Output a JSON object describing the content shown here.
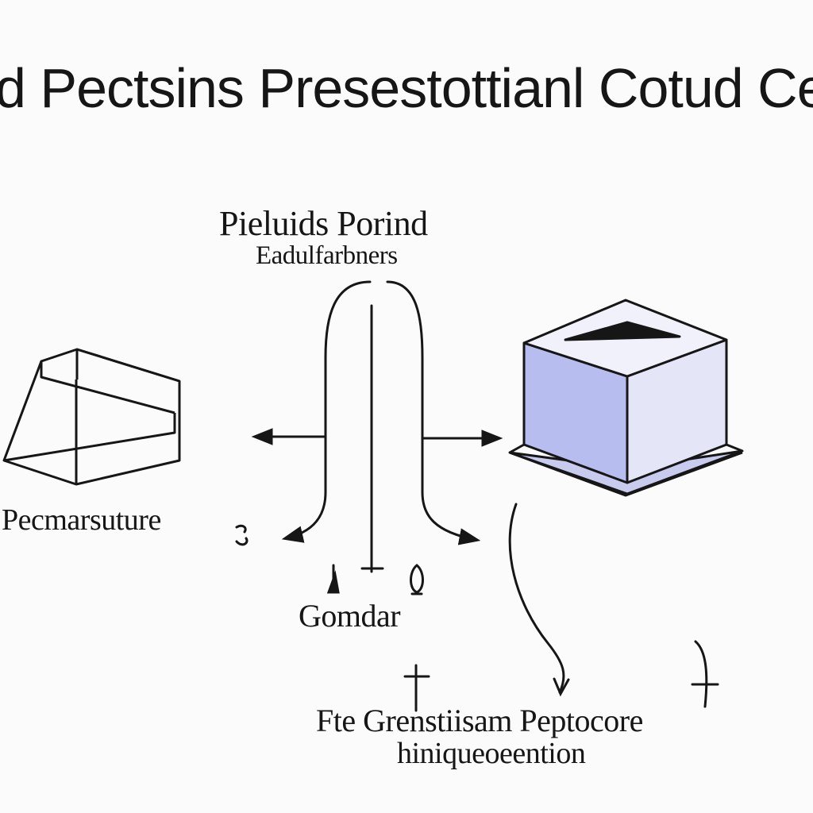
{
  "title": "d Pectsins Presestottianl Cotud Ce",
  "labels": {
    "top_line_1": "Pieluids Porind",
    "top_line_2": "Eadulfarbners",
    "left": "Pecmarsuture",
    "center": "Gomdar",
    "bottom_line_1": "Fte Grenstiisam Peptocore",
    "bottom_line_2": "hiniqueoeention"
  },
  "colors": {
    "ink": "#161616",
    "background": "#fbfbfb",
    "cube_front": "#b8bdf0",
    "cube_side": "#e4e6f7",
    "cube_top": "#f0f1fa",
    "cube_base": "#c9cbee"
  }
}
